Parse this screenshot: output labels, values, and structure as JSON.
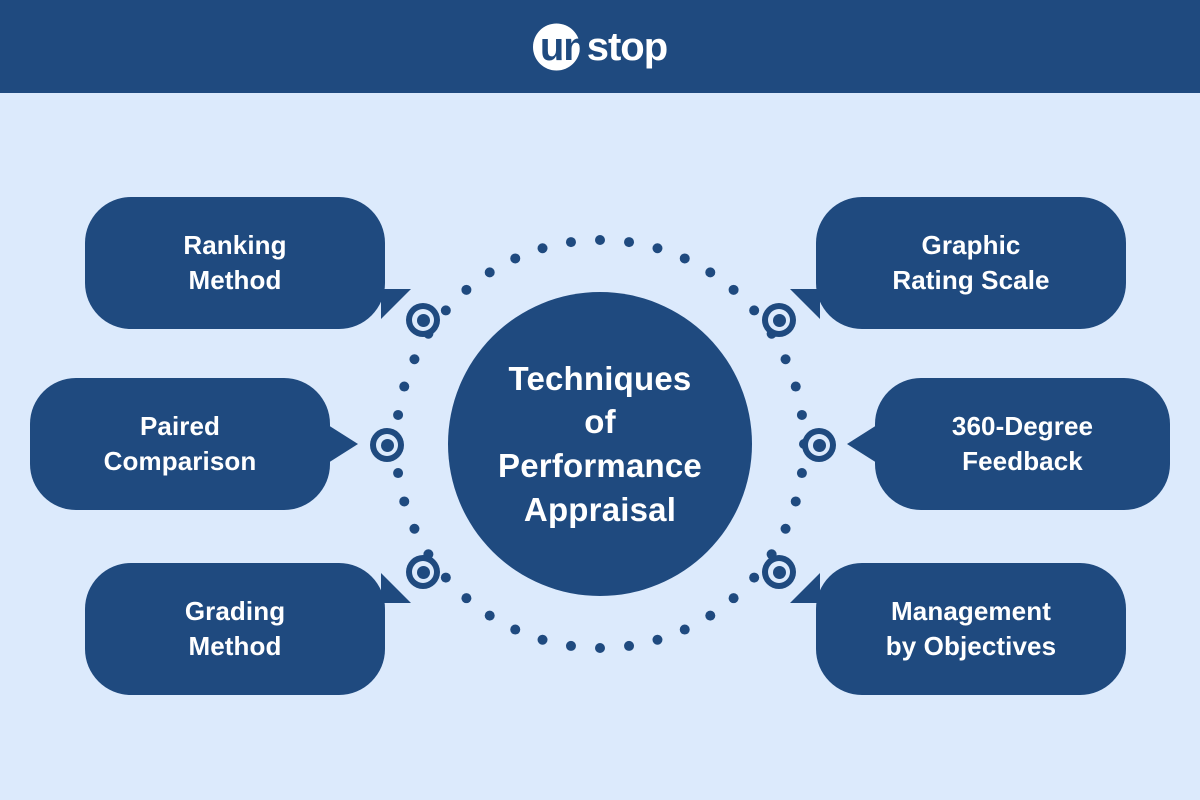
{
  "header": {
    "logo_un": "un",
    "logo_stop": "stop",
    "brand": "unstop"
  },
  "diagram": {
    "center_title": "Techniques of Performance Appraisal",
    "center_lines": [
      "Techniques",
      "of",
      "Performance",
      "Appraisal"
    ],
    "colors": {
      "background": "#dceafc",
      "primary": "#1f4a7f",
      "text_on_primary": "#ffffff",
      "header_bar": "#1f4a7f"
    },
    "ring": {
      "style": "dotted-circle",
      "dot_count": 44,
      "dot_color": "#1f4a7f"
    },
    "nodes": [
      {
        "id": "node-ranking-method",
        "label": "node-marker"
      },
      {
        "id": "node-paired-comparison",
        "label": "node-marker"
      },
      {
        "id": "node-grading-method",
        "label": "node-marker"
      },
      {
        "id": "node-graphic-rating-scale",
        "label": "node-marker"
      },
      {
        "id": "node-360-degree-feedback",
        "label": "node-marker"
      },
      {
        "id": "node-management-by-objectives",
        "label": "node-marker"
      }
    ],
    "callouts": [
      {
        "id": "ranking-method",
        "side": "left",
        "position": "top",
        "label": "Ranking Method",
        "lines": [
          "Ranking",
          "Method"
        ]
      },
      {
        "id": "paired-comparison",
        "side": "left",
        "position": "middle",
        "label": "Paired Comparison",
        "lines": [
          "Paired",
          "Comparison"
        ]
      },
      {
        "id": "grading-method",
        "side": "left",
        "position": "bottom",
        "label": "Grading Method",
        "lines": [
          "Grading",
          "Method"
        ]
      },
      {
        "id": "graphic-rating-scale",
        "side": "right",
        "position": "top",
        "label": "Graphic Rating Scale",
        "lines": [
          "Graphic",
          "Rating Scale"
        ]
      },
      {
        "id": "360-degree-feedback",
        "side": "right",
        "position": "middle",
        "label": "360-Degree Feedback",
        "lines": [
          "360-Degree",
          "Feedback"
        ]
      },
      {
        "id": "management-by-objectives",
        "side": "right",
        "position": "bottom",
        "label": "Management by Objectives",
        "lines": [
          "Management",
          "by Objectives"
        ]
      }
    ]
  }
}
